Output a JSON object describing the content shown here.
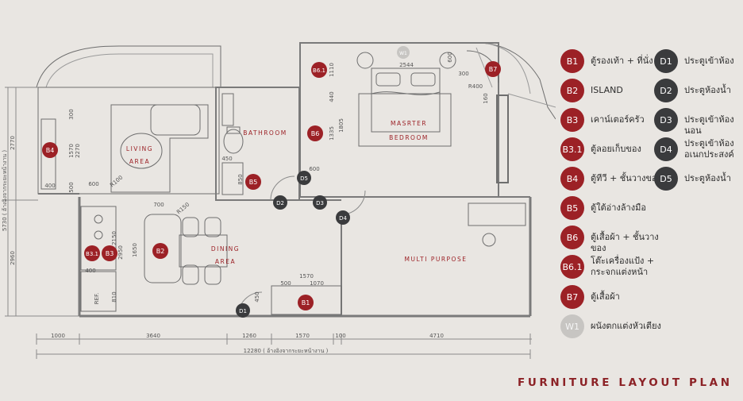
{
  "title": "FURNITURE LAYOUT PLAN",
  "colors": {
    "red": "#9c2126",
    "dark": "#3a3b3d",
    "wall": "#6e6e6e",
    "bg": "#e9e6e2"
  },
  "rooms": {
    "living": "LIVING\nAREA",
    "bathroom": "BATHROOM",
    "bedroom": "MASRTER\nBEDROOM",
    "dining": "DINING\nAREA",
    "multi": "MULTI PURPOSE"
  },
  "markers": {
    "b4": "B4",
    "b31": "B3.1",
    "b3": "B3",
    "b2": "B2",
    "b5": "B5",
    "b6": "B6",
    "b61": "B6.1",
    "b7": "B7",
    "b1": "B1",
    "w1": "W1",
    "d1": "D1",
    "d2": "D2",
    "d3": "D3",
    "d4": "D4",
    "d5": "D5"
  },
  "dims": {
    "bottom": [
      "1000",
      "3640",
      "1260",
      "1570",
      "100",
      "4710"
    ],
    "total": "12280 ( อ้างอิงจากระยะหน้างาน )",
    "left_outer": "5730 ( อ้างอิงจากระยะหน้างาน )",
    "left_top": "2770",
    "left_bottom": "2960",
    "d300": "300",
    "d1570": "1570",
    "d2270": "2270",
    "d500": "500",
    "d400": "400",
    "d600": "600",
    "r100": "R100",
    "d700": "700",
    "r150": "R150",
    "d1650": "1650",
    "d2150": "2150",
    "d2950": "2950",
    "d400b": "400",
    "d810": "810",
    "ref": "REF.",
    "d450": "450",
    "d850": "850",
    "d2544": "2544",
    "d1110": "1110",
    "d440": "440",
    "d1805": "1805",
    "d1335": "1335",
    "d600b": "600",
    "d600c": "600",
    "d300b": "300",
    "r400": "R400",
    "d160": "160",
    "d1570b": "1570",
    "d500b": "500",
    "d1070": "1070",
    "d450b": "450"
  },
  "legend": [
    {
      "code": "B1",
      "label": "ตู้รองเท้า + ที่นั่ง",
      "type": "red"
    },
    {
      "code": "B2",
      "label": "ISLAND",
      "type": "red"
    },
    {
      "code": "B3",
      "label": "เคาน์เตอร์ครัว",
      "type": "red"
    },
    {
      "code": "B3.1",
      "label": "ตู้ลอยเก็บของ",
      "type": "red"
    },
    {
      "code": "B4",
      "label": "ตู้ทีวี + ชั้นวางของ",
      "type": "red"
    },
    {
      "code": "B5",
      "label": "ตู้ใต้อ่างล้างมือ",
      "type": "red"
    },
    {
      "code": "B6",
      "label": "ตู้เสื้อผ้า + ชั้นวางของ",
      "type": "red"
    },
    {
      "code": "B6.1",
      "label": "โต๊ะเครื่องแป้ง +\nกระจกแต่งหน้า",
      "type": "red"
    },
    {
      "code": "B7",
      "label": "ตู้เสื้อผ้า",
      "type": "red"
    },
    {
      "code": "W1",
      "label": "ผนังตกแต่งหัวเตียง",
      "type": "wall"
    },
    {
      "code": "D1",
      "label": "ประตูเข้าห้อง",
      "type": "dark"
    },
    {
      "code": "D2",
      "label": "ประตูห้องน้ำ",
      "type": "dark"
    },
    {
      "code": "D3",
      "label": "ประตูเข้าห้องนอน",
      "type": "dark"
    },
    {
      "code": "D4",
      "label": "ประตูเข้าห้อง\nอเนกประสงค์",
      "type": "dark"
    },
    {
      "code": "D5",
      "label": "ประตูห้องน้ำ",
      "type": "dark"
    }
  ]
}
